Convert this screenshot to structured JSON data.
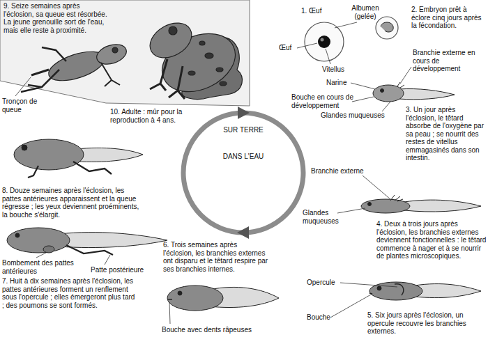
{
  "diagram": {
    "nodes": [
      {
        "text": [
          "SUR TERRE",
          "DANS L'EAU"
        ]
      }
    ],
    "labels": [
      "9. Seize semaines après l'éclosion, sa queue est résorbée. La jeune grenouille sort de l'eau, mais elle reste à proximité.",
      "Tronçon de queue",
      "10. Adulte : mûr pour la reproduction à 4 ans.",
      "1. Œuf",
      "Albumen (gelée)",
      "Œuf",
      "Vitellus",
      "2. Embryon prêt à éclore cinq jours après la fécondation.",
      "Branchie externe en cours de développement",
      "Narine",
      "Bouche en cours de développement",
      "Glandes muqueuses",
      "3. Un jour après l'éclosion, le têtard absorbe de l'oxygène par sa peau ; se nourrit des restes de vitellus emmagasinés dans son intestin.",
      "Branchie externe",
      "Glandes muqueuses",
      "4. Deux à trois jours après l'éclosion, les branchies externes deviennent fonctionnelles : le têtard commence à nager et à se nourrir de plantes microscopiques.",
      "Opercule",
      "Bouche",
      "5. Six jours après l'éclosion, un opercule recouvre les branchies externes.",
      "6. Trois semaines après l'éclosion, les branchies externes ont disparu et le têtard respire par ses branchies internes.",
      "Bouche avec dents râpeuses",
      "7. Huit à dix semaines après l'éclosion, les pattes antérieures forment un renflement sous l'opercule ; elles émergeront plus tard ; des poumons se sont formés.",
      "Bombement des pattes antérieures",
      "Patte postérieure",
      "8. Douze semaines après l'éclosion, les pattes antérieures apparaissent et la queue régresse ; les yeux deviennent proéminents, la bouche s'élargit."
    ]
  }
}
